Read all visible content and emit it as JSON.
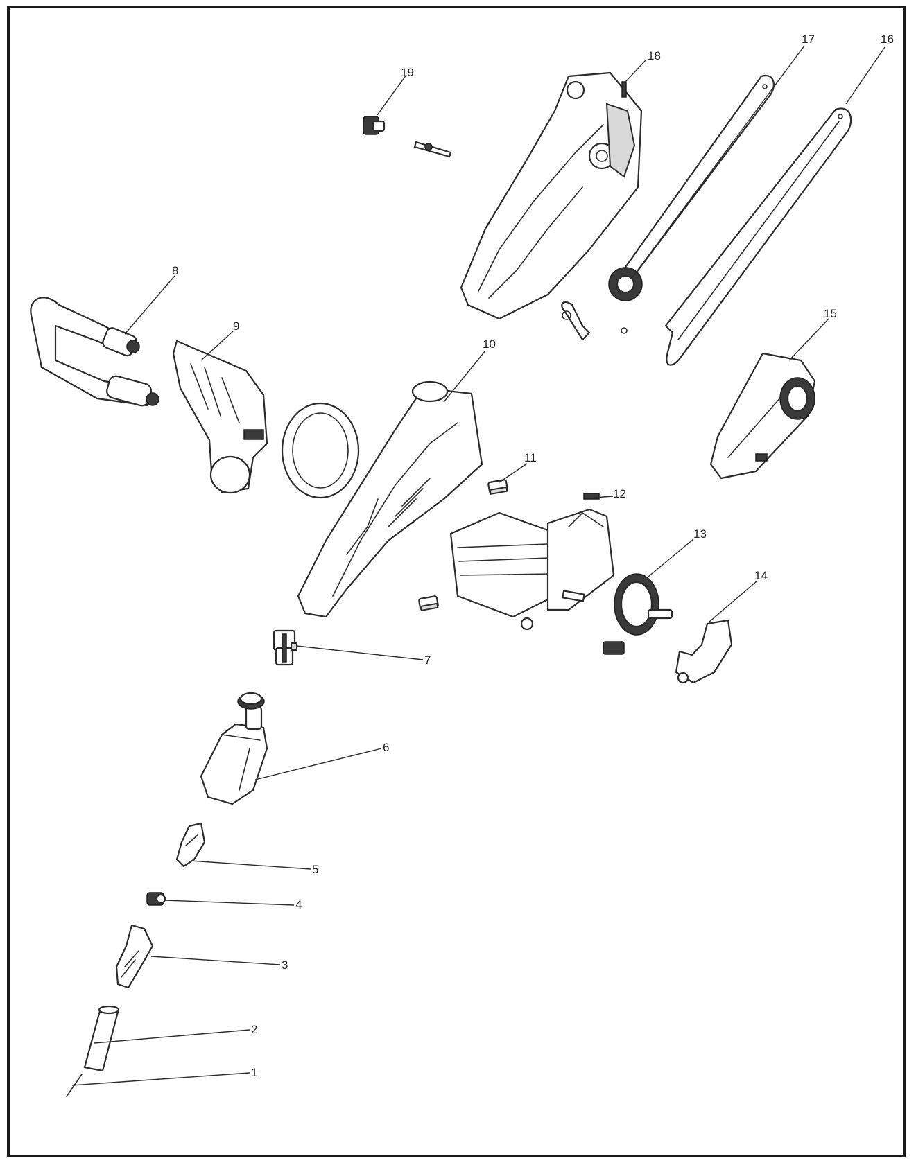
{
  "diagram": {
    "callouts": [
      {
        "label": "1"
      },
      {
        "label": "2"
      },
      {
        "label": "3"
      },
      {
        "label": "4"
      },
      {
        "label": "5"
      },
      {
        "label": "6"
      },
      {
        "label": "7"
      },
      {
        "label": "8"
      },
      {
        "label": "9"
      },
      {
        "label": "10"
      },
      {
        "label": "11"
      },
      {
        "label": "12"
      },
      {
        "label": "13"
      },
      {
        "label": "14"
      },
      {
        "label": "15"
      },
      {
        "label": "16"
      },
      {
        "label": "17"
      },
      {
        "label": "18"
      },
      {
        "label": "19"
      }
    ]
  },
  "colors": {
    "line": "#2b2b2b",
    "background": "#ffffff",
    "frame": "#1a1a1a"
  }
}
